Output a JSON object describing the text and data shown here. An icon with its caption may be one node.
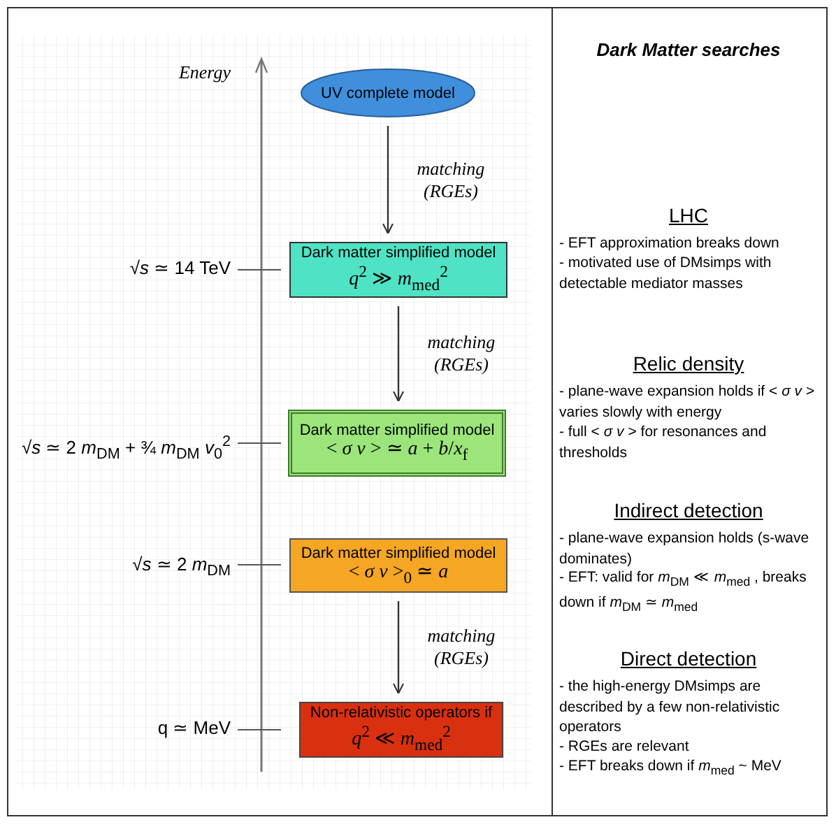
{
  "diagram": {
    "nodes": [
      {
        "text": [
          "UV complete model"
        ]
      },
      {
        "text": [
          "Dark matter simplified model",
          "*q*$^{2}$ ≫ *m*$_{med}$$^{2}$"
        ],
        "beside": [
          "√*s* ≃ 14 TeV"
        ]
      },
      {
        "text": [
          "Dark matter simplified model",
          "< *σ v* > ≃ *a* + *b*/*x*$_{f}$"
        ],
        "beside": [
          "√*s* ≃ 2 *m*$_{DM}$ + ¾ *m*$_{DM}$ *v*$_{0}$$^{2}$"
        ]
      },
      {
        "text": [
          "Dark matter simplified model",
          "< *σ v* >$_{0}$ ≃ *a*"
        ],
        "beside": [
          "√*s* ≃ 2 *m*$_{DM}$"
        ]
      },
      {
        "text": [
          "Non-relativistic operators if",
          "*q*$^{2}$ ≪ *m*$_{med}$$^{2}$"
        ],
        "beside": [
          "q ≃ MeV"
        ]
      }
    ],
    "edges": [
      {
        "from": 0,
        "to": 1,
        "arrow": "to",
        "label": "matching (RGEs)"
      },
      {
        "from": 1,
        "to": 2,
        "arrow": "to",
        "label": "matching (RGEs)"
      },
      {
        "from": 3,
        "to": 4,
        "arrow": "to",
        "label": "matching (RGEs)"
      }
    ],
    "labels": [
      "Energy",
      "Dark Matter searches",
      "LHC",
      "- EFT approximation breaks down",
      "- motivated use of DMsimps with detectable mediator masses",
      "Relic density",
      "- plane-wave expansion holds if < *σ v* > varies slowly with energy",
      "- full < *σ v* > for resonances and thresholds",
      "Indirect detection",
      "- plane-wave expansion holds (s-wave dominates)",
      "- EFT: valid for *m*$_{DM}$ ≪ *m*$_{med}$ , breaks down if *m*$_{DM}$ ≃ *m*$_{med}$",
      "Direct detection",
      "- the high-energy DMsimps are described by a few non-relativistic operators",
      "- RGEs are relevant",
      "- EFT breaks down if *m*$_{med}$ ~ MeV"
    ]
  }
}
